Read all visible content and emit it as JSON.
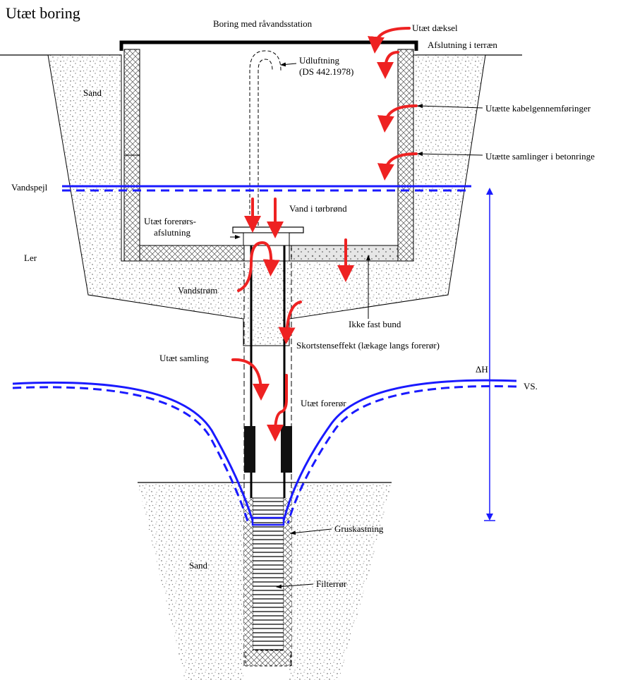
{
  "title": "Utæt boring",
  "labels": {
    "station": "Boring med råvandsstation",
    "utaet_daeksel": "Utæt dæksel",
    "afslutning": "Afslutning i terræn",
    "udluftning_1": "Udluftning",
    "udluftning_2": "(DS 442.1978)",
    "sand_top": "Sand",
    "kabel": "Utætte kabelgennemføringer",
    "samlinger": "Utætte samlinger i betonringe",
    "vandspejl": "Vandspejl",
    "forerors_1": "Utæt forerørs-",
    "forerors_2": "afslutning",
    "vand_i_torbrond": "Vand i tørbrønd",
    "ler": "Ler",
    "vandstrom": "Vandstrøm",
    "ikke_fast_bund": "Ikke fast bund",
    "skortsten": "Skortstenseffekt (lækage langs forerør)",
    "utaet_samling": "Utæt samling",
    "delta_h": "ΔH",
    "vs": "VS.",
    "utaet_foreror": "Utæt forerør",
    "gruskastning": "Gruskastning",
    "sand_bottom": "Sand",
    "filterror": "Filterrør"
  },
  "colors": {
    "water_line": "#1a1aff",
    "leak_arrow": "#ee2222",
    "outline": "#000000",
    "soil_dot": "#444444"
  }
}
